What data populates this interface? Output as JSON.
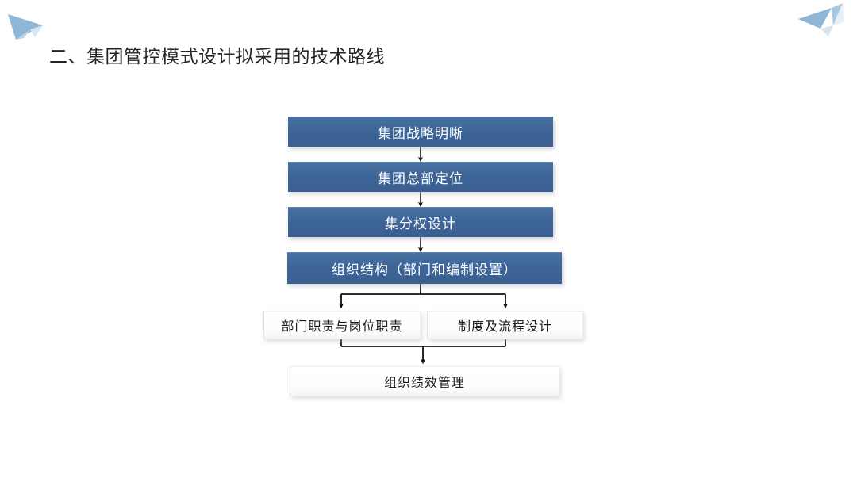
{
  "slide": {
    "title": "二、集团管控模式设计拟采用的技术路线",
    "background_color": "#ffffff",
    "accent_color": "#3e6598",
    "decor": [
      {
        "name": "paper-plane-top-left",
        "color": "#8fb6d4"
      },
      {
        "name": "paper-plane-top-right",
        "color": "#9cc0da"
      }
    ]
  },
  "flowchart": {
    "type": "process-flow",
    "nodes": [
      {
        "id": "node-1",
        "label": "集团战略明晰",
        "style": "blue"
      },
      {
        "id": "node-2",
        "label": "集团总部定位",
        "style": "blue"
      },
      {
        "id": "node-3",
        "label": "集分权设计",
        "style": "blue"
      },
      {
        "id": "node-4",
        "label": "组织结构（部门和编制设置）",
        "style": "blue"
      },
      {
        "id": "node-5",
        "label": "部门职责与岗位职责",
        "style": "white"
      },
      {
        "id": "node-6",
        "label": "制度及流程设计",
        "style": "white"
      },
      {
        "id": "node-7",
        "label": "组织绩效管理",
        "style": "white"
      }
    ],
    "edges": [
      {
        "from": "node-1",
        "to": "node-2",
        "kind": "straight-arrow"
      },
      {
        "from": "node-2",
        "to": "node-3",
        "kind": "straight-arrow"
      },
      {
        "from": "node-3",
        "to": "node-4",
        "kind": "straight-arrow"
      },
      {
        "from": "node-4",
        "to": "node-5",
        "kind": "split-arrow"
      },
      {
        "from": "node-4",
        "to": "node-6",
        "kind": "split-arrow"
      },
      {
        "from": "node-5",
        "to": "node-7",
        "kind": "merge-arrow"
      },
      {
        "from": "node-6",
        "to": "node-7",
        "kind": "merge-arrow"
      }
    ],
    "edge_color": "#111111"
  }
}
